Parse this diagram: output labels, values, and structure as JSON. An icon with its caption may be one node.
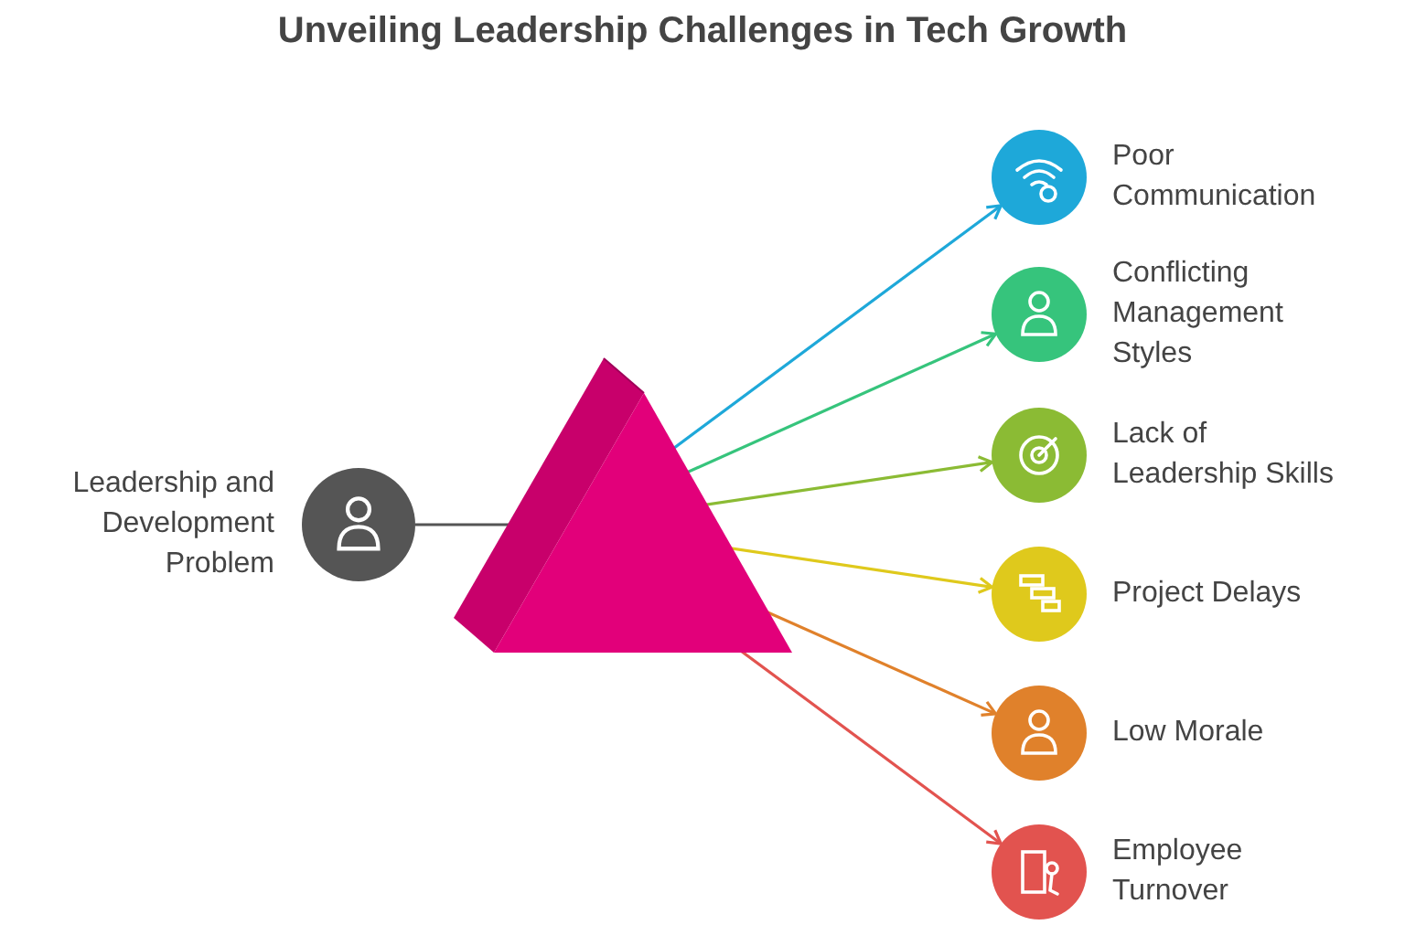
{
  "diagram": {
    "title": "Unveiling Leadership Challenges in Tech Growth",
    "nodes": [
      {
        "text": [
          "Leadership and Development Problem"
        ]
      },
      {
        "text": [],
        "shape": "picture"
      },
      {
        "text": [
          "Poor Communication"
        ]
      },
      {
        "text": [
          "Conflicting Management Styles"
        ]
      },
      {
        "text": [
          "Lack of Leadership Skills"
        ]
      },
      {
        "text": [
          "Project Delays"
        ]
      },
      {
        "text": [
          "Low Morale"
        ]
      },
      {
        "text": [
          "Employee Turnover"
        ]
      }
    ],
    "edges": [
      {
        "from": 0,
        "to": 1,
        "arrow": "none",
        "color": "#555555"
      },
      {
        "from": 1,
        "to": 2,
        "arrow": "to",
        "color": "#1ea8d9"
      },
      {
        "from": 1,
        "to": 3,
        "arrow": "to",
        "color": "#36c47c"
      },
      {
        "from": 1,
        "to": 4,
        "arrow": "to",
        "color": "#8bbb34"
      },
      {
        "from": 1,
        "to": 5,
        "arrow": "to",
        "color": "#dfc91c"
      },
      {
        "from": 1,
        "to": 6,
        "arrow": "to",
        "color": "#e0812b"
      },
      {
        "from": 1,
        "to": 7,
        "arrow": "to",
        "color": "#e2534f"
      }
    ]
  }
}
